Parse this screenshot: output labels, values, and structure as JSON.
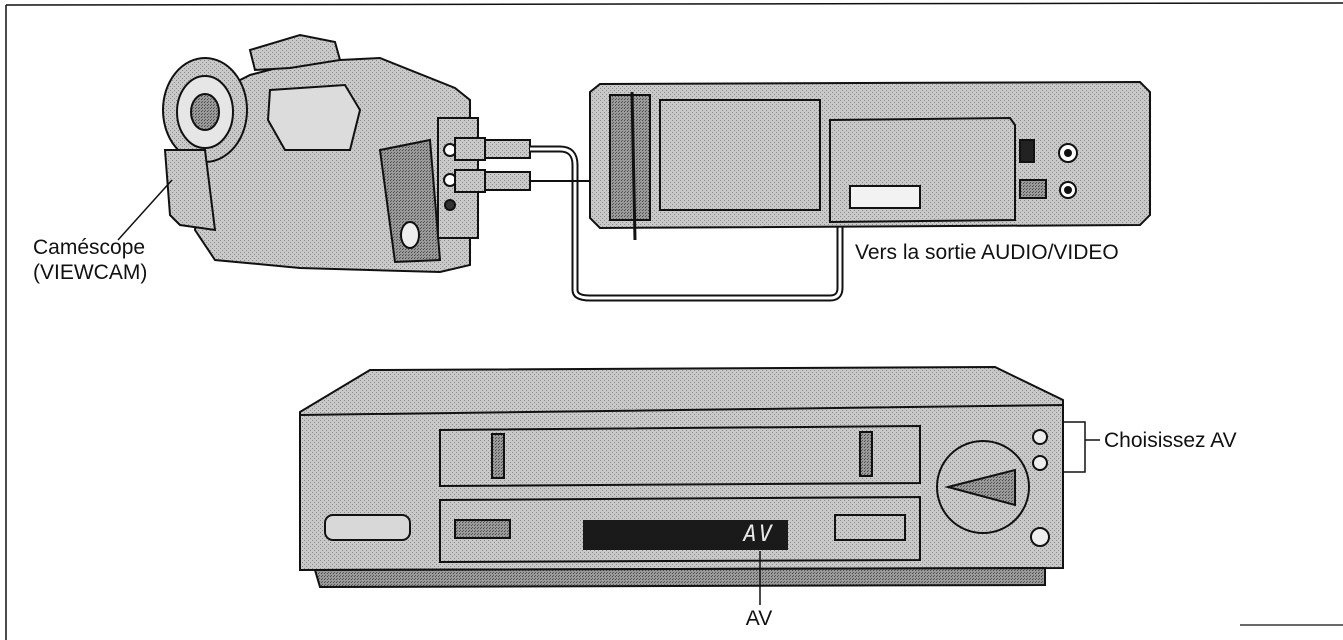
{
  "labels": {
    "camcorder_line1": "Caméscope",
    "camcorder_line2": "(VIEWCAM)",
    "output": "Vers la sortie AUDIO/VIDEO",
    "select": "Choisissez AV",
    "av": "AV"
  },
  "display": {
    "lcd_text": "AV"
  },
  "colors": {
    "line": "#111111",
    "panel_fill": "#b8b8b8",
    "panel_dark": "#555555",
    "lcd": "#1a1a1a"
  }
}
